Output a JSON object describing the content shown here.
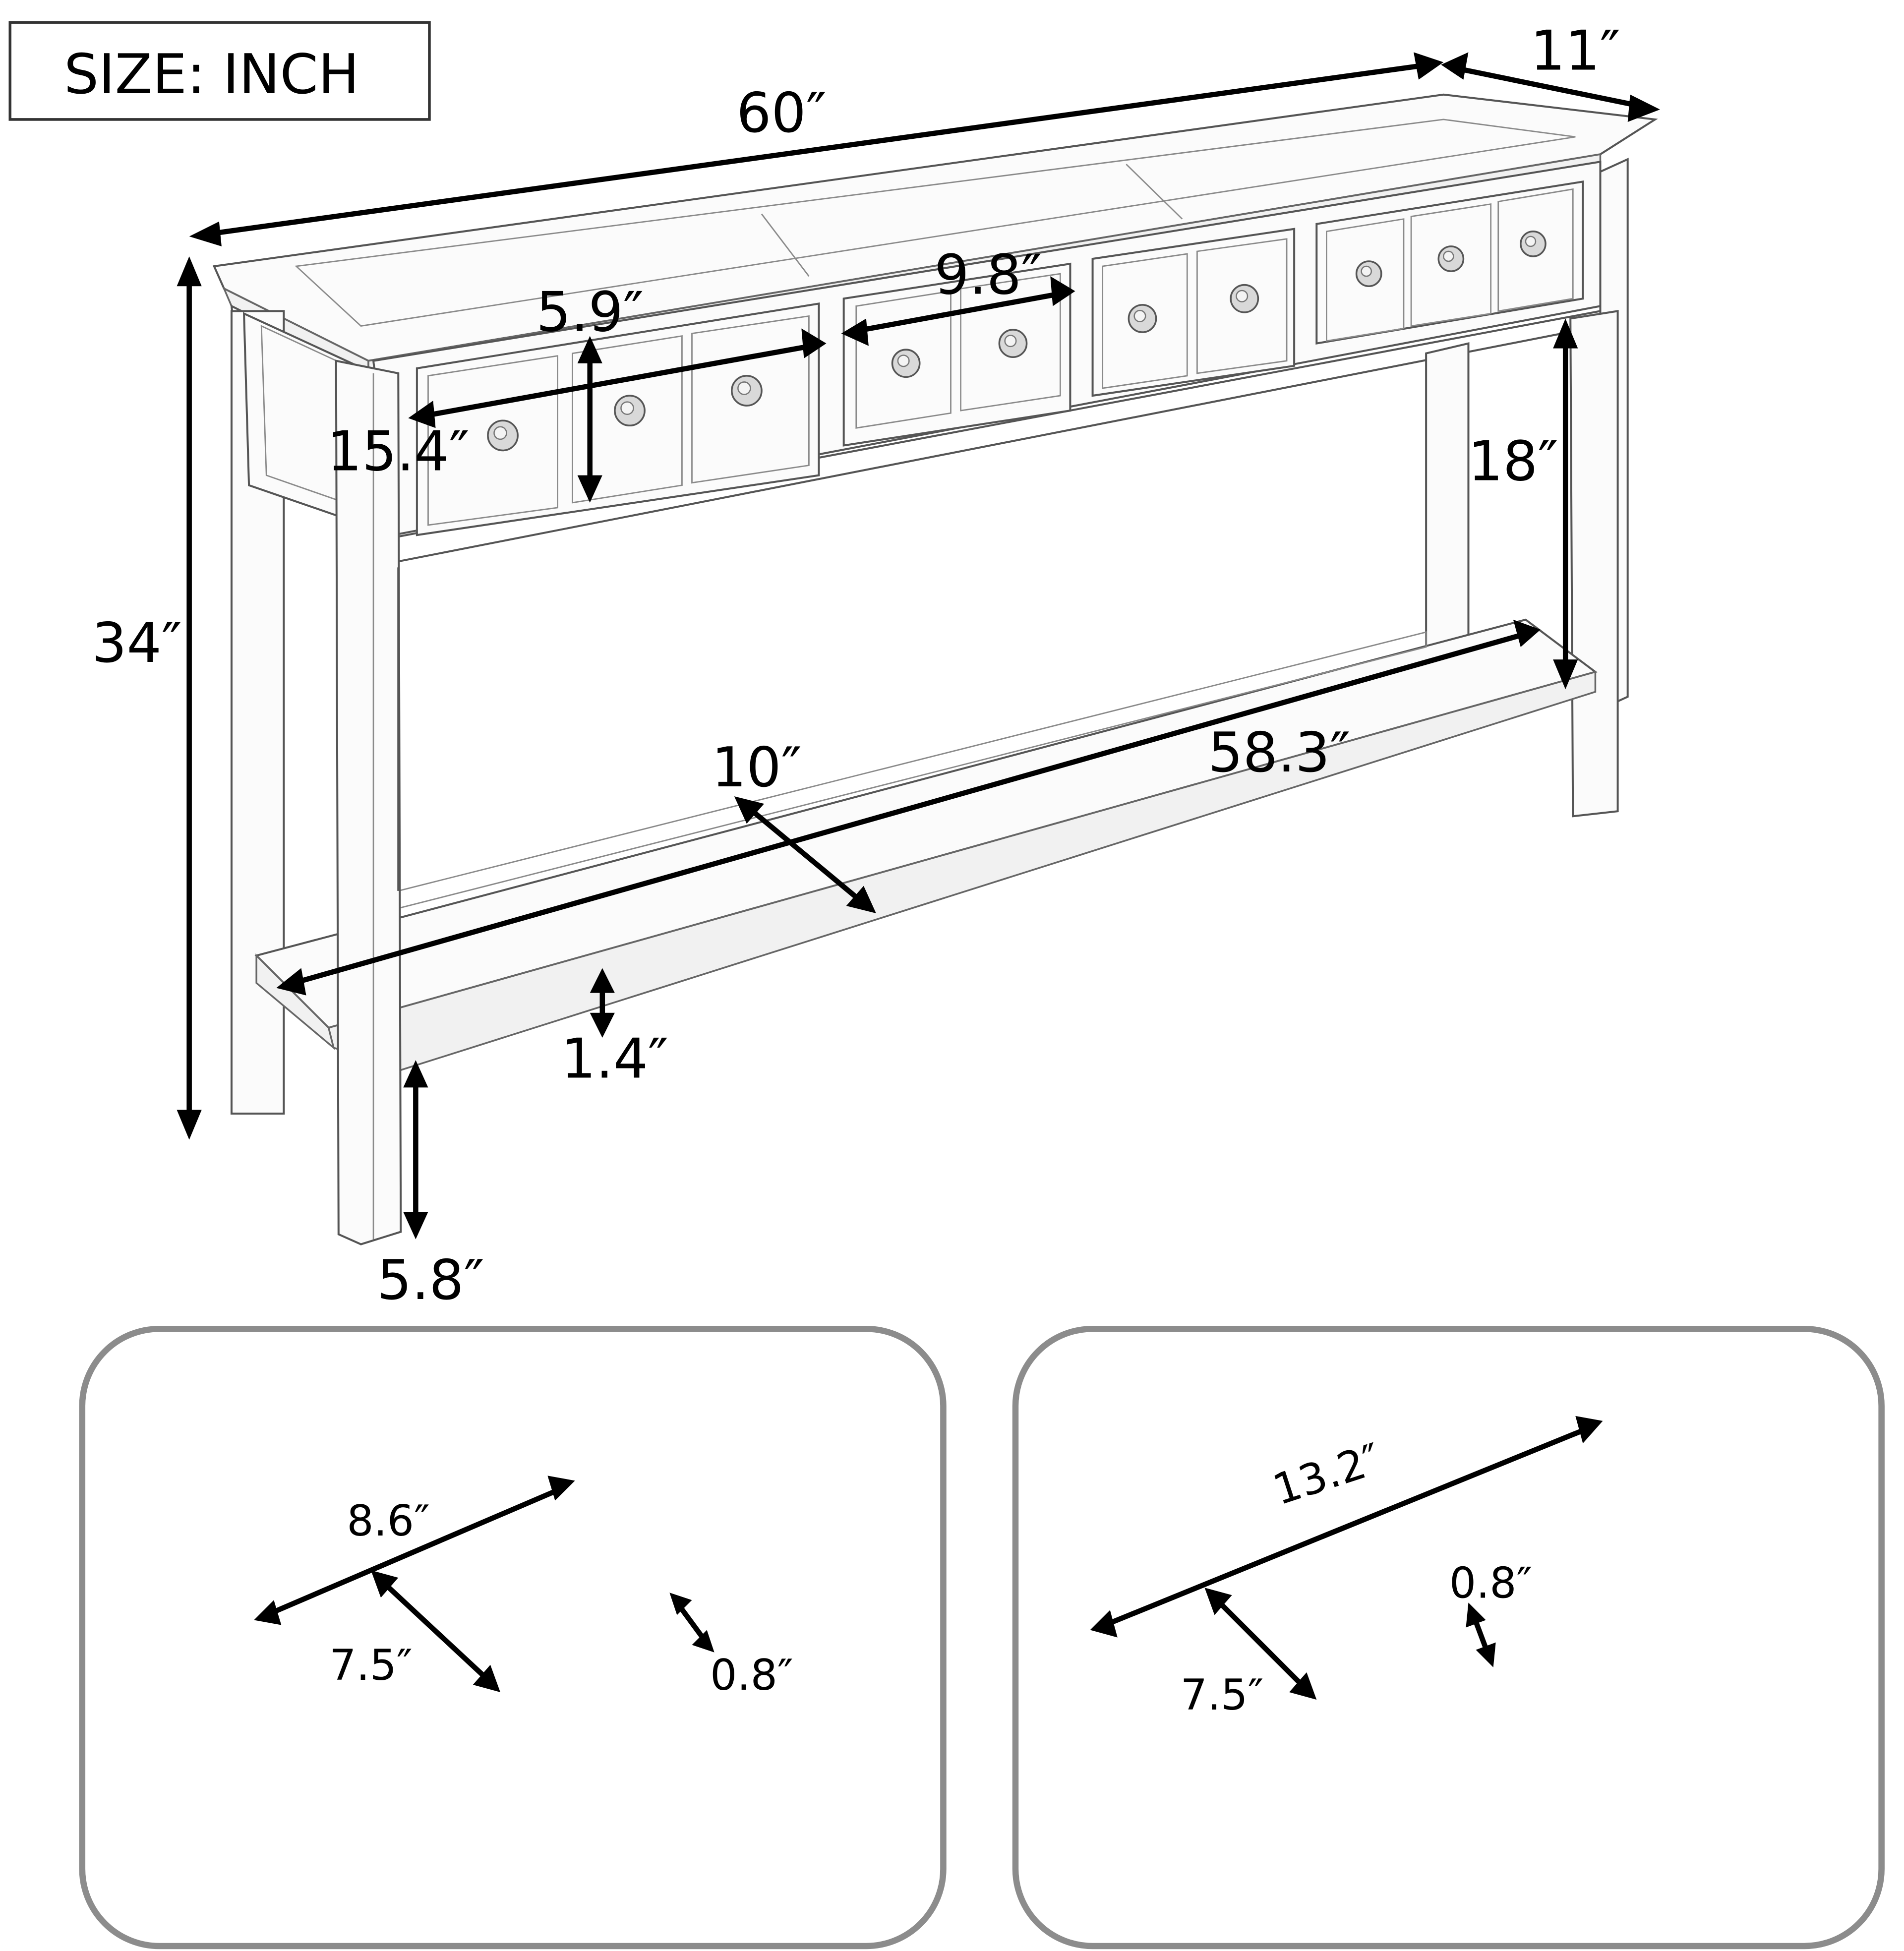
{
  "size_label": "SIZE: INCH",
  "main_view": {
    "dimensions": {
      "length": "60″",
      "depth": "11″",
      "height": "34″",
      "drawer_front_height": "5.9″",
      "large_drawer_width": "15.4″",
      "small_drawer_width": "9.8″",
      "shelf_clearance": "18″",
      "shelf_length": "58.3″",
      "shelf_depth": "10″",
      "shelf_thickness": "1.4″",
      "leg_clearance": "5.8″"
    }
  },
  "detail_left": {
    "dimensions": {
      "inner_width": "8.6″",
      "inner_depth": "7.5″",
      "inner_height": "0.8″"
    }
  },
  "detail_right": {
    "dimensions": {
      "inner_width": "13.2″",
      "inner_depth": "7.5″",
      "inner_height": "0.8″"
    }
  },
  "colors": {
    "line": "#555555",
    "arrow": "#000000",
    "panel_border": "#8c8c8c",
    "background": "#ffffff"
  }
}
